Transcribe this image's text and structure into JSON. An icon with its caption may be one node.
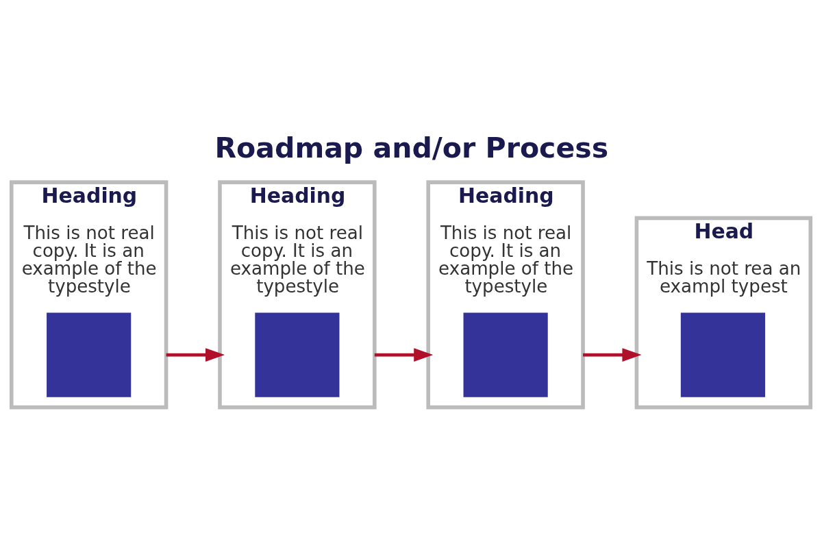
{
  "diagram": {
    "title": "Roadmap and/or Process",
    "nodes": [
      {
        "text": [
          "Heading",
          "This is not real copy. It is an example of the typestyle"
        ]
      },
      {
        "text": [],
        "shape": "box",
        "in": 0
      },
      {
        "text": [
          "Heading",
          "This is not real copy. It is an example of the typestyle"
        ]
      },
      {
        "text": [],
        "shape": "box",
        "in": 2
      },
      {
        "text": [
          "Heading",
          "This is not real copy. It is an example of the typestyle"
        ]
      },
      {
        "text": [],
        "shape": "box",
        "in": 4
      },
      {
        "text": [
          "Head",
          "This is not rea an exampl typest"
        ]
      },
      {
        "text": [],
        "shape": "box",
        "in": 6
      }
    ],
    "edges": [
      {
        "from": 0,
        "to": 2,
        "arrow": "to"
      },
      {
        "from": 2,
        "to": 4,
        "arrow": "to"
      },
      {
        "from": 4,
        "to": 6,
        "arrow": "to"
      }
    ]
  }
}
